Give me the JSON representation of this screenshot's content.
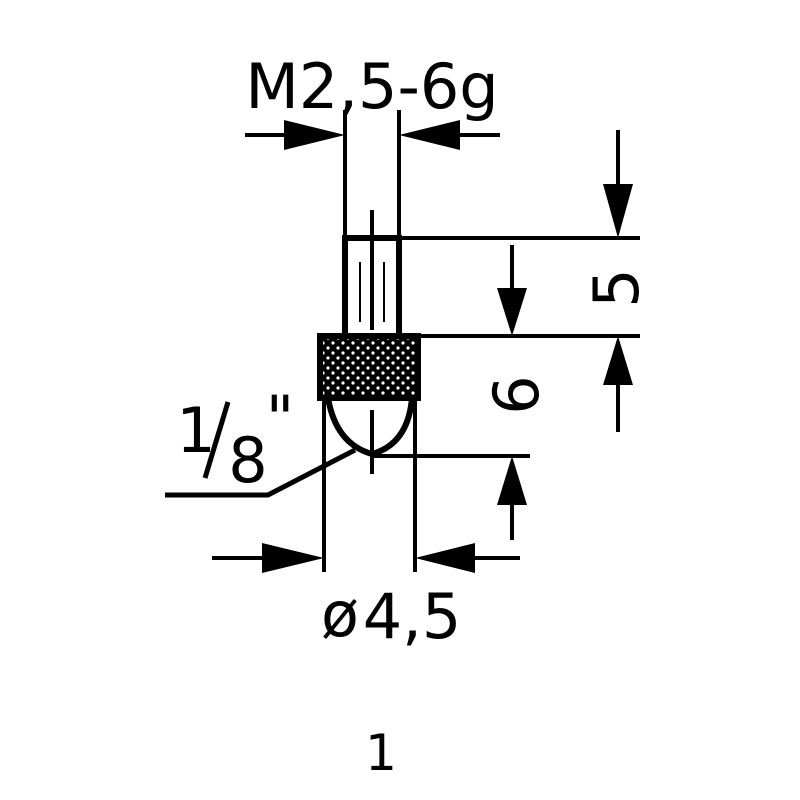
{
  "drawing": {
    "thread_label": "M2,5-6g",
    "dim_thread_length": "5",
    "dim_tip_length": "6",
    "ball_label_num": "1",
    "ball_label_den": "8",
    "ball_label_unit": "\"",
    "diameter_symbol": "ø",
    "diameter_value": "4,5",
    "figure_number": "1"
  },
  "colors": {
    "ink": "#000000",
    "paper": "#ffffff"
  }
}
